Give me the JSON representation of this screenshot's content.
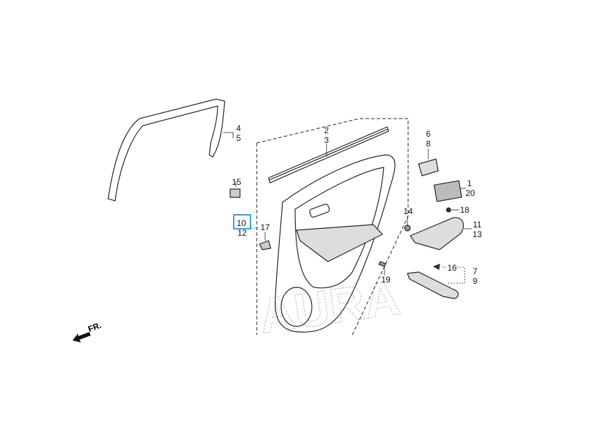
{
  "diagram": {
    "direction_label": "FR.",
    "highlight_color": "#3aa0d0",
    "watermark": "AURA",
    "parts": [
      {
        "top": "4",
        "bottom": "5",
        "name": "rear-door-sash-garnish"
      },
      {
        "top": "2",
        "bottom": "3",
        "name": "weatherstrip"
      },
      {
        "top": "6",
        "bottom": "8",
        "name": "switch-panel-cover"
      },
      {
        "top": "15",
        "name": "clip"
      },
      {
        "top": "1",
        "bottom": "20",
        "name": "power-window-switch"
      },
      {
        "top": "18",
        "name": "screw"
      },
      {
        "top": "10",
        "bottom": "12",
        "name": "door-lining",
        "highlighted": true
      },
      {
        "top": "17",
        "name": "clip"
      },
      {
        "top": "14",
        "name": "clip"
      },
      {
        "top": "11",
        "bottom": "13",
        "name": "armrest"
      },
      {
        "top": "16",
        "name": "clip"
      },
      {
        "top": "7",
        "bottom": "9",
        "name": "pull-pocket-garnish"
      },
      {
        "top": "19",
        "name": "screw"
      }
    ]
  }
}
